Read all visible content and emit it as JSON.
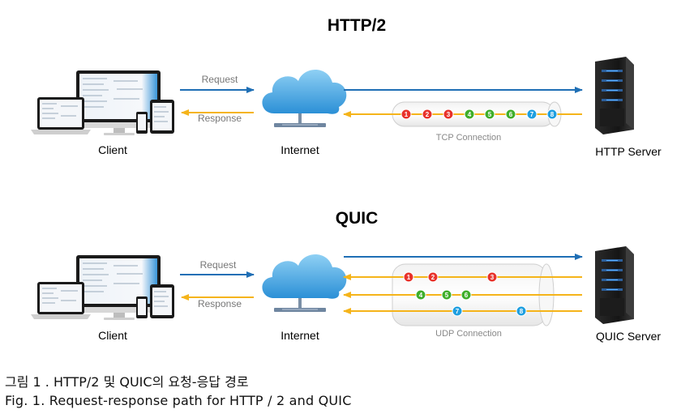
{
  "sections": [
    {
      "title": "HTTP/2",
      "request_label": "Request",
      "response_label": "Response",
      "client_label": "Client",
      "internet_label": "Internet",
      "server_label": "HTTP Server",
      "connection_label": "TCP Connection",
      "packets": [
        "1",
        "2",
        "3",
        "4",
        "5",
        "6",
        "7",
        "8"
      ]
    },
    {
      "title": "QUIC",
      "request_label": "Request",
      "response_label": "Response",
      "client_label": "Client",
      "internet_label": "Internet",
      "server_label": "QUIC Server",
      "connection_label": "UDP Connection",
      "streams": [
        [
          "1",
          "2",
          "3"
        ],
        [
          "4",
          "5",
          "6"
        ],
        [
          "7",
          "8"
        ]
      ]
    }
  ],
  "packet_colors": {
    "1": "#e8322b",
    "2": "#e8322b",
    "3": "#e8322b",
    "4": "#3fae2a",
    "5": "#3fae2a",
    "6": "#3fae2a",
    "7": "#1f9fe0",
    "8": "#1f9fe0"
  },
  "colors": {
    "request_arrow": "#1f6fb5",
    "response_arrow": "#f5b41a",
    "cloud": "#3aa0e0"
  },
  "captions": {
    "korean": "그림 1 . HTTP/2 및 QUIC의 요청-응답 경로",
    "english": "Fig. 1. Request-response path for HTTP / 2 and QUIC"
  }
}
